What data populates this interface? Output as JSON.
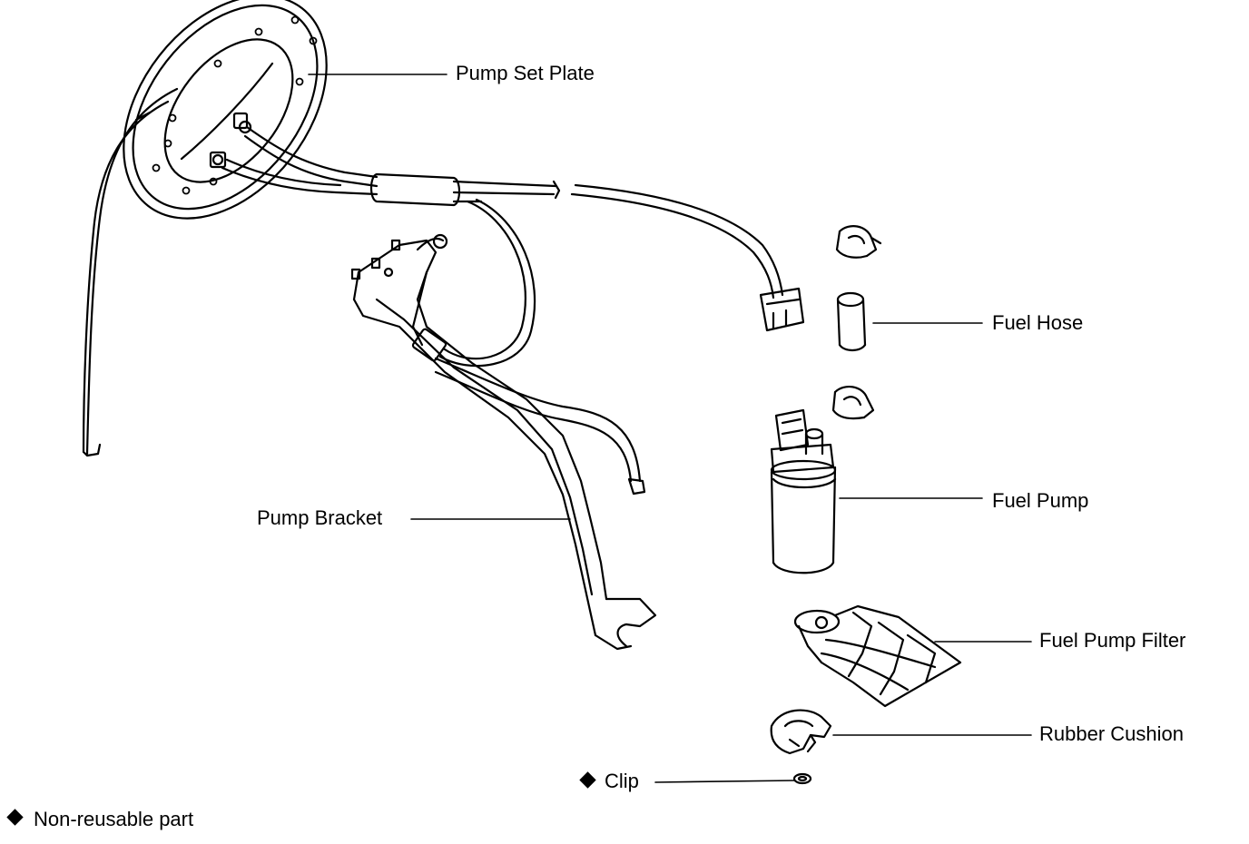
{
  "labels": {
    "pump_set_plate": "Pump Set Plate",
    "fuel_hose": "Fuel Hose",
    "fuel_pump": "Fuel Pump",
    "pump_bracket": "Pump Bracket",
    "fuel_pump_filter": "Fuel Pump Filter",
    "rubber_cushion": "Rubber Cushion",
    "clip": "Clip"
  },
  "legend": {
    "text": "Non-reusable part"
  },
  "colors": {
    "ink": "#000000",
    "background": "#ffffff"
  }
}
